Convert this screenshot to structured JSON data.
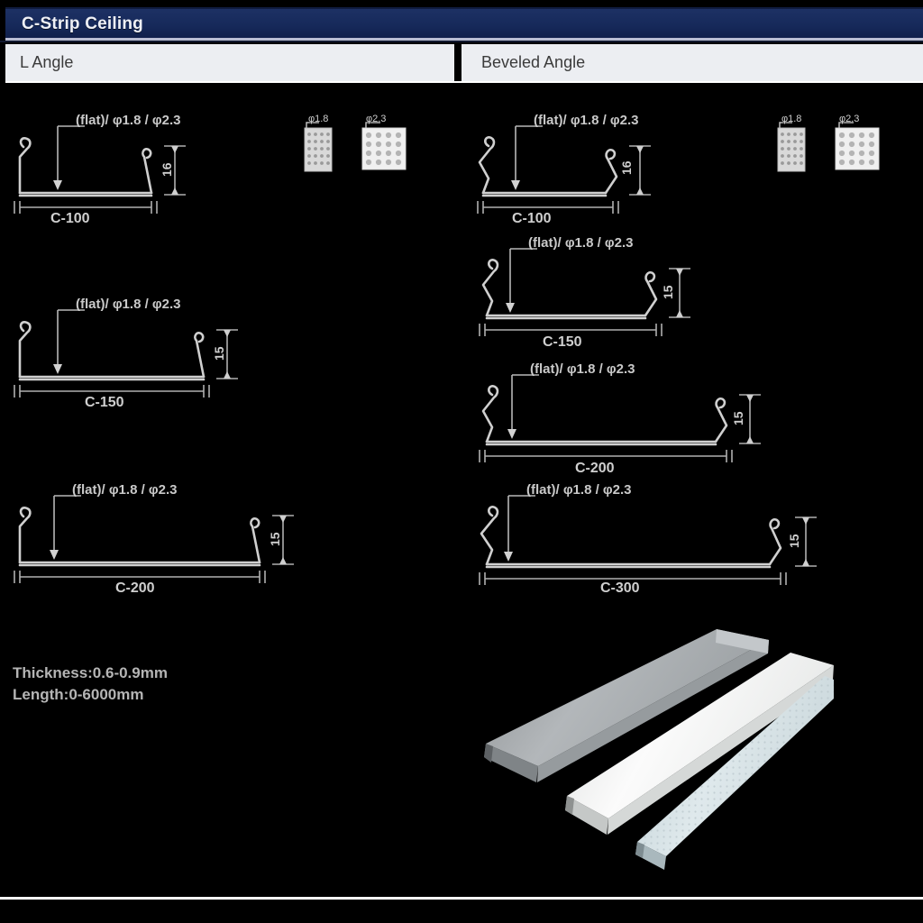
{
  "header": {
    "title": "C-Strip Ceiling",
    "title_bg": "#16295a",
    "columns": [
      {
        "label": "L Angle"
      },
      {
        "label": "Beveled Angle"
      }
    ]
  },
  "perforation": {
    "swatch_labels": [
      "φ1.8",
      "φ2.3"
    ]
  },
  "left_column": {
    "name": "L Angle",
    "profiles": [
      {
        "note": "(flat)/ φ1.8 / φ2.3",
        "width_label": "C-100",
        "height_label": "16",
        "width_mm": 100,
        "height_mm": 16,
        "corner": "square"
      },
      {
        "note": "(flat)/ φ1.8 / φ2.3",
        "width_label": "C-150",
        "height_label": "15",
        "width_mm": 150,
        "height_mm": 15,
        "corner": "square"
      },
      {
        "note": "(flat)/ φ1.8 / φ2.3",
        "width_label": "C-200",
        "height_label": "15",
        "width_mm": 200,
        "height_mm": 15,
        "corner": "square"
      }
    ]
  },
  "right_column": {
    "name": "Beveled Angle",
    "profiles": [
      {
        "note": "(flat)/ φ1.8 / φ2.3",
        "width_label": "C-100",
        "height_label": "16",
        "width_mm": 100,
        "height_mm": 16,
        "corner": "beveled"
      },
      {
        "note": "(flat)/ φ1.8 / φ2.3",
        "width_label": "C-150",
        "height_label": "15",
        "width_mm": 150,
        "height_mm": 15,
        "corner": "beveled"
      },
      {
        "note": "(flat)/ φ1.8 / φ2.3",
        "width_label": "C-200",
        "height_label": "15",
        "width_mm": 200,
        "height_mm": 15,
        "corner": "beveled"
      },
      {
        "note": "(flat)/ φ1.8 / φ2.3",
        "width_label": "C-300",
        "height_label": "15",
        "width_mm": 300,
        "height_mm": 15,
        "corner": "beveled"
      }
    ]
  },
  "specs": {
    "thickness": "Thickness:0.6-0.9mm",
    "length": "Length:0-6000mm"
  },
  "product_photo": {
    "panels": [
      {
        "finish": "grey",
        "color": "#a9adb0"
      },
      {
        "finish": "white",
        "color": "#f2f3f3"
      },
      {
        "finish": "perforated light blue",
        "color": "#cfdce0"
      }
    ]
  }
}
